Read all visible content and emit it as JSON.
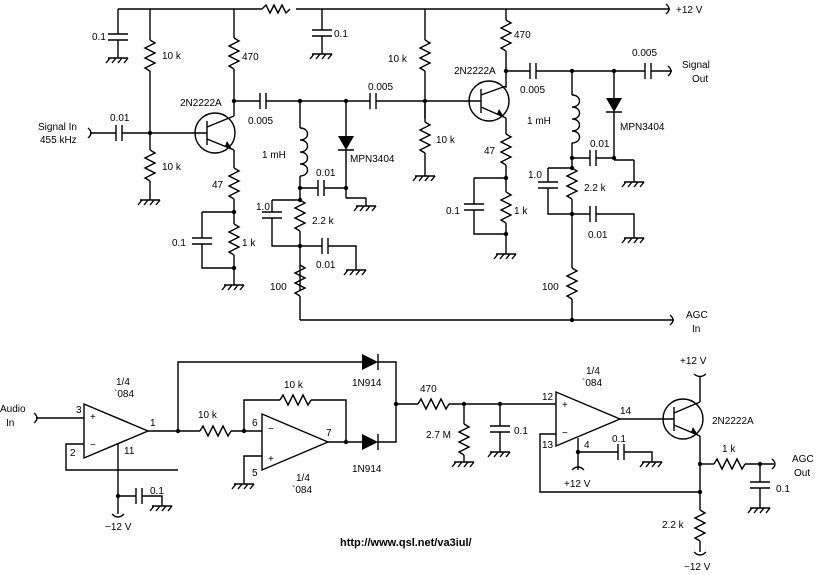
{
  "labels": {
    "supply_top": "+12 V",
    "c_01_a": "0.1",
    "r_10k_a": "10 k",
    "r_470_a": "470",
    "c_01_b": "0.1",
    "r_10k_b": "10 k",
    "r_470_b": "470",
    "c_0005_out": "0.005",
    "signal_out": "Signal\nOut",
    "q1_type": "2N2222A",
    "q2_type": "2N2222A",
    "c_001_in": "0.01",
    "signal_in": "Signal In\n455 kHz",
    "c_0005_a": "0.005",
    "c_0005_b": "0.005",
    "c_0005_c": "0.005",
    "l1": "1 mH",
    "l2": "1 mH",
    "d_mpn_a": "MPN3404",
    "d_mpn_b": "MPN3404",
    "r_10k_c": "10 k",
    "r_10k_d": "10 k",
    "r_47_a": "47",
    "r_47_b": "47",
    "c_001_a": "0.01",
    "c_001_b": "0.01",
    "c_001_c": "0.01",
    "c_001_d": "0.01",
    "c_10_a": "1.0",
    "c_10_b": "1.0",
    "r_22k_a": "2.2 k",
    "r_22k_b": "2.2 k",
    "c_01_c": "0.1",
    "c_01_d": "0.1",
    "r_1k_a": "1 k",
    "r_1k_b": "1 k",
    "r_100_a": "100",
    "r_100_b": "100",
    "agc_in": "AGC\nIn",
    "audio_in": "Audio\nIn",
    "op1_name": "1/4\n`084",
    "op2_name": "1/4\n`084",
    "op3_name": "1/4\n`084",
    "pin3": "3",
    "pin2": "2",
    "pin1": "1",
    "pin11": "11",
    "pin6": "6",
    "pin5": "5",
    "pin7": "7",
    "pin12": "12",
    "pin13": "13",
    "pin14": "14",
    "pin4": "4",
    "r_10k_e": "10 k",
    "r_10k_f": "10 k",
    "d_1n914_a": "1N914",
    "d_1n914_b": "1N914",
    "r_470_c": "470",
    "r_27m": "2.7 M",
    "c_01_e": "0.1",
    "c_01_f": "0.1",
    "c_01_g": "0.1",
    "c_01_h": "0.1",
    "supply_p12_a": "+12 V",
    "supply_p12_b": "+12 V",
    "supply_m12_a": "−12 V",
    "supply_m12_b": "−12 V",
    "q3_type": "2N2222A",
    "r_1k_c": "1 k",
    "agc_out": "AGC\nOut",
    "r_22k_c": "2.2 k",
    "url": "http://www.qsl.net/va3iul/"
  }
}
